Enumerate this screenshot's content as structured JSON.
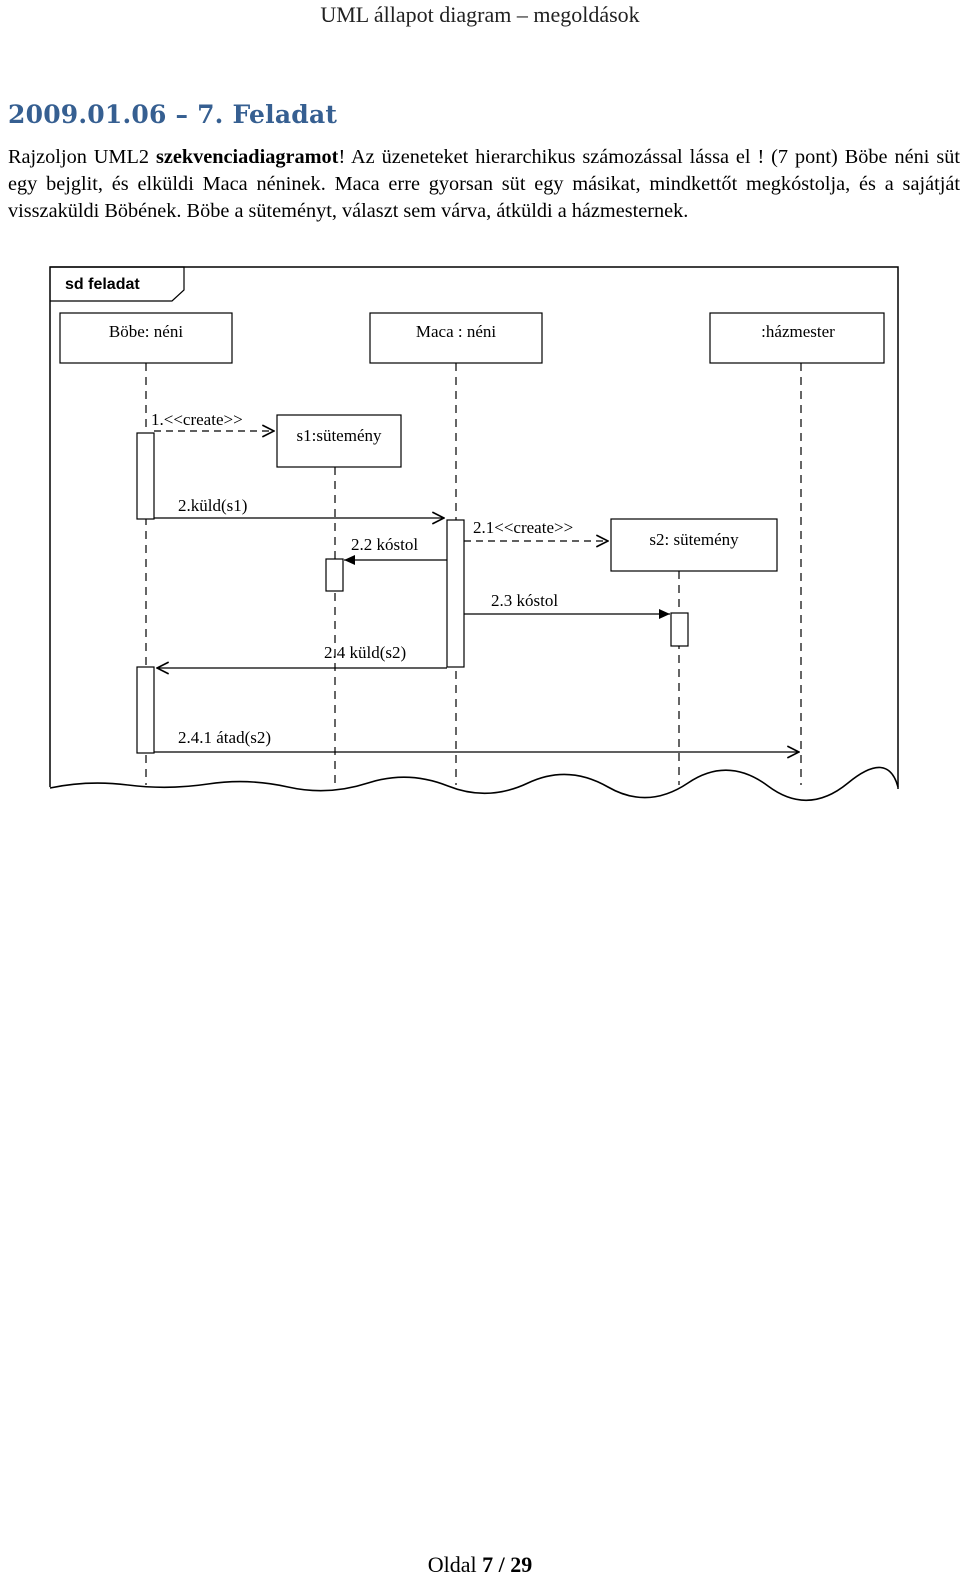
{
  "header": {
    "title": "UML állapot diagram – megoldások"
  },
  "heading": "2009.01.06 – 7. Feladat",
  "paragraph": {
    "part1": "Rajzoljon UML2 ",
    "bold": "szekvenciadiagramot",
    "part2": "! Az üzeneteket hierarchikus számozással lássa el ! (7 pont) Böbe néni süt egy bejglit, és elküldi Maca néninek. Maca erre gyorsan süt egy másikat, mindkettőt megkóstolja, és a sajátját visszaküldi Böbének. Böbe a süteményt, választ sem várva, átküldi a házmesternek."
  },
  "diagram": {
    "frame_title": "sd feladat",
    "lifelines": [
      "Böbe: néni",
      "Maca : néni",
      ":házmester"
    ],
    "objects": [
      "s1:sütemény",
      "s2: sütemény"
    ],
    "messages": [
      "1.<<create>>",
      "2.küld(s1)",
      "2.1<<create>>",
      "2.2 kóstol",
      "2.3 kóstol",
      "2.4 küld(s2)",
      "2.4.1 átad(s2)"
    ]
  },
  "footer": {
    "prefix": "Oldal ",
    "page": "7",
    "sep": " / ",
    "total": "29"
  }
}
